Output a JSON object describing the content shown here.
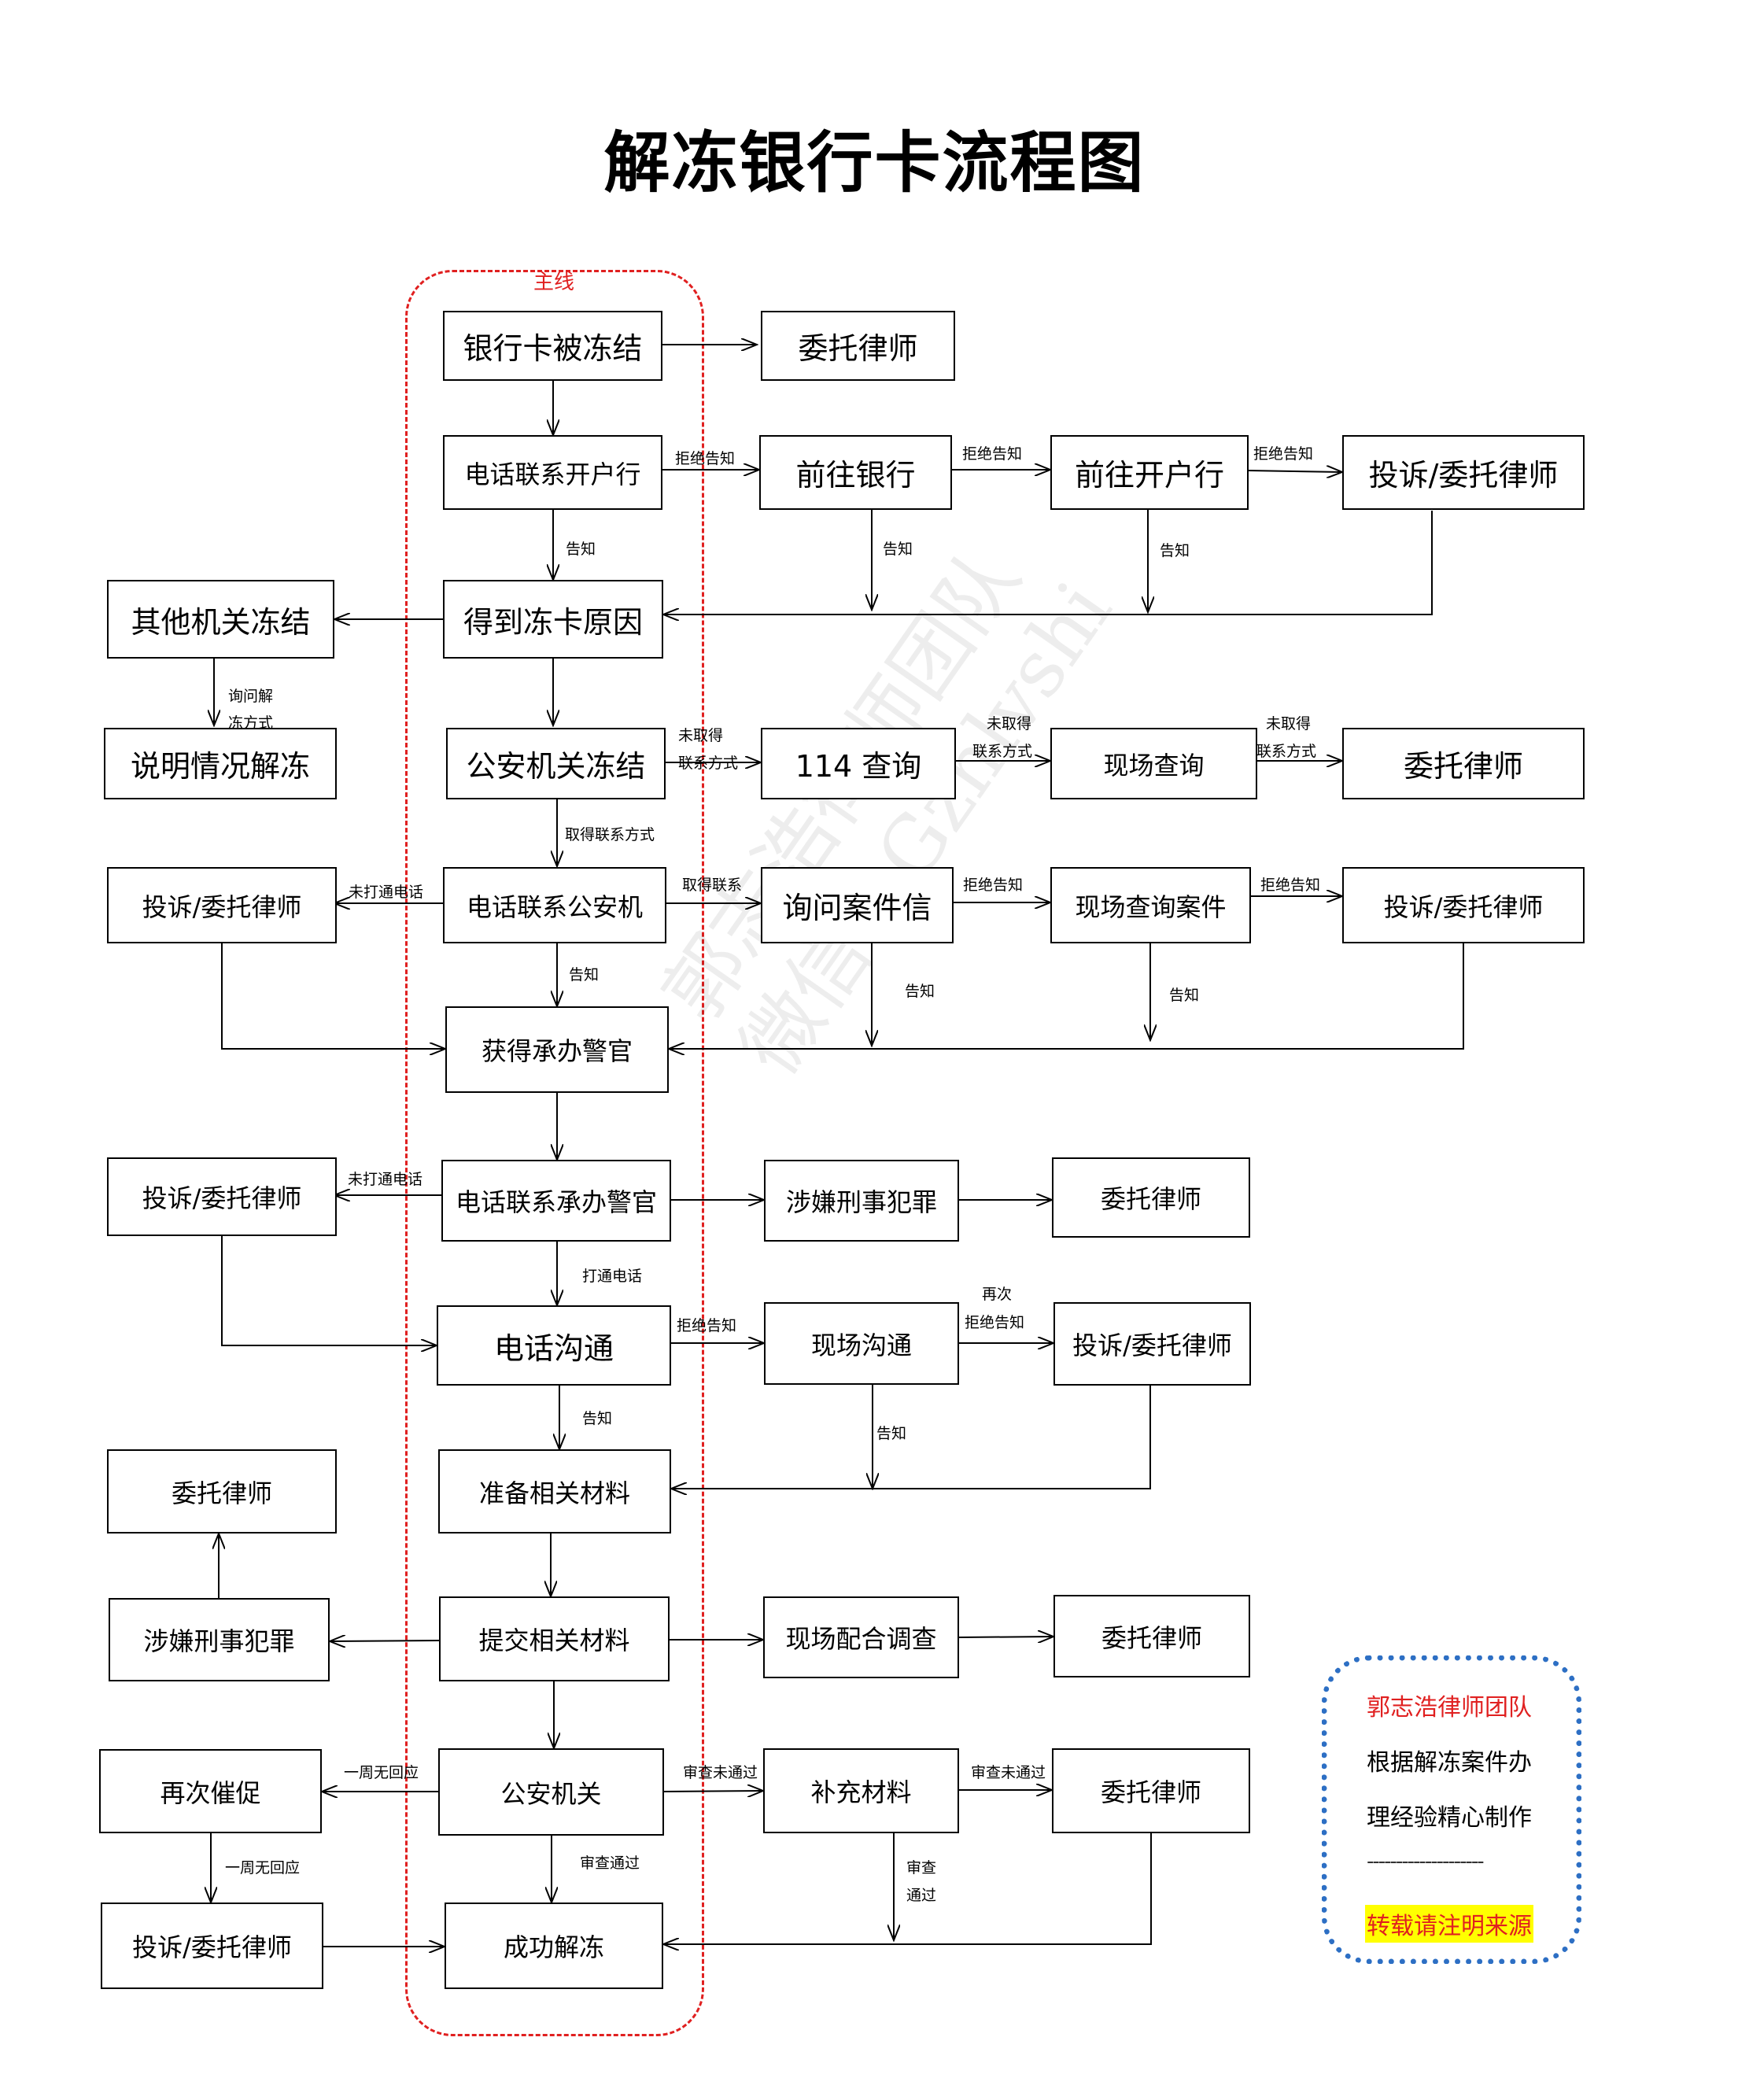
{
  "title": "解冻银行卡流程图",
  "mainline_label": "主线",
  "colors": {
    "mainline": "#e02020",
    "note_border": "#2d6fc4",
    "highlight": "#ffff00"
  },
  "nodes": {
    "frozen": "银行卡被冻结",
    "lawyer_1": "委托律师",
    "call_bank": "电话联系开户行",
    "goto_bank": "前往银行",
    "goto_branch": "前往开户行",
    "complain_1": "投诉/委托律师",
    "reason": "得到冻卡原因",
    "other_org": "其他机关冻结",
    "explain": "说明情况解冻",
    "police_freeze": "公安机关冻结",
    "q114": "114 查询",
    "onsite_query": "现场查询",
    "lawyer_2": "委托律师",
    "complain_2": "投诉/委托律师",
    "call_police": "电话联系公安机",
    "ask_case": "询问案件信",
    "onsite_case": "现场查询案件",
    "complain_3": "投诉/委托律师",
    "get_officer": "获得承办警官",
    "complain_4": "投诉/委托律师",
    "call_officer": "电话联系承办警官",
    "crime_1": "涉嫌刑事犯罪",
    "lawyer_3": "委托律师",
    "phone_comm": "电话沟通",
    "onsite_comm": "现场沟通",
    "complain_5": "投诉/委托律师",
    "lawyer_4": "委托律师",
    "prepare": "准备相关材料",
    "crime_2": "涉嫌刑事犯罪",
    "submit": "提交相关材料",
    "onsite_coop": "现场配合调查",
    "lawyer_5": "委托律师",
    "urge": "再次催促",
    "police_org": "公安机关",
    "supplement": "补充材料",
    "lawyer_6": "委托律师",
    "complain_6": "投诉/委托律师",
    "success": "成功解冻"
  },
  "edge_labels": {
    "l_call_bank_goto": "拒绝告知",
    "l_goto_branch": "拒绝告知",
    "l_branch_complain": "拒绝告知",
    "l_call_bank_reason": "告知",
    "l_goto_bank_down": "告知",
    "l_branch_down": "告知",
    "l_other_explain_1": "询问解",
    "l_other_explain_2": "冻方式",
    "l_police_114_1": "未取得",
    "l_police_114_2": "联系方式",
    "l_114_onsite_1": "未取得",
    "l_114_onsite_2": "联系方式",
    "l_onsite_lawyer_1": "未取得",
    "l_onsite_lawyer_2": "联系方式",
    "l_police_call": "取得联系方式",
    "l_call_complain": "未打通电话",
    "l_call_ask": "取得联系",
    "l_ask_onsite": "拒绝告知",
    "l_onsite_complain": "拒绝告知",
    "l_call_officer": "告知",
    "l_ask_down": "告知",
    "l_onsitecase_down": "告知",
    "l_officer_complain": "未打通电话",
    "l_officer_phone": "打通电话",
    "l_phone_onsite": "拒绝告知",
    "l_onsite_complain5_1": "再次",
    "l_onsite_complain5_2": "拒绝告知",
    "l_phone_prepare": "告知",
    "l_onsitecomm_down": "告知",
    "l_policeorg_urge": "一周无回应",
    "l_policeorg_supp": "审查未通过",
    "l_supp_lawyer": "审查未通过",
    "l_urge_complain": "一周无回应",
    "l_policeorg_success": "审查通过",
    "l_supp_down_1": "审查",
    "l_supp_down_2": "通过"
  },
  "note": {
    "team": "郭志浩律师团队",
    "desc_line1": "根据解冻案件办",
    "desc_line2": "理经验精心制作",
    "divider": "--------------------",
    "reprint": "转载请注明来源"
  },
  "watermark": {
    "line1": "郭志浩律师团队",
    "line2": "微信：Gzhlvshi"
  }
}
